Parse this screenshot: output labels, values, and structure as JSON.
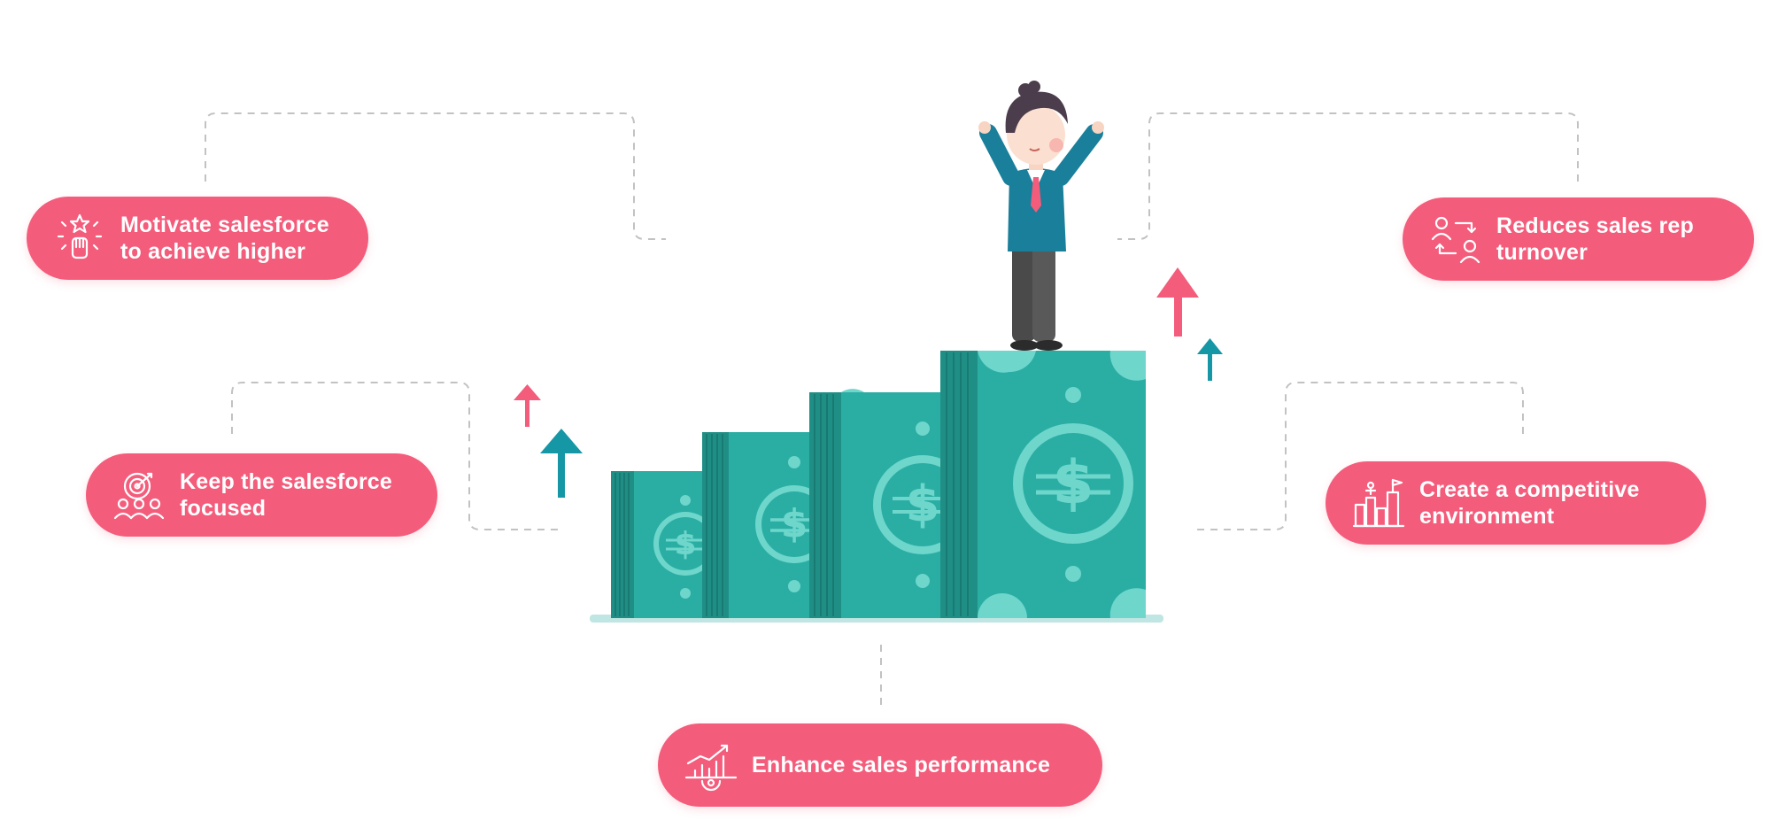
{
  "benefits": [
    {
      "text_line1": "Motivate salesforce",
      "text_line2": "to achieve higher",
      "icon": "fist-stars-icon"
    },
    {
      "text_line1": "Keep the salesforce",
      "text_line2": "focused",
      "icon": "target-team-icon"
    },
    {
      "text_line1": "Enhance sales performance",
      "text_line2": "",
      "icon": "growth-chart-gear-icon"
    },
    {
      "text_line1": "Create a competitive",
      "text_line2": "environment",
      "icon": "race-buildings-flag-icon"
    },
    {
      "text_line1": "Reduces sales rep",
      "text_line2": "turnover",
      "icon": "people-swap-icon"
    }
  ],
  "colors": {
    "pill": "#f45c7b",
    "money_dark": "#1f8f86",
    "money": "#2aaea4",
    "money_light": "#6fd6cb",
    "arrow_pink": "#f45c7b",
    "arrow_teal": "#1597a6",
    "connector": "#bdbdbd"
  }
}
